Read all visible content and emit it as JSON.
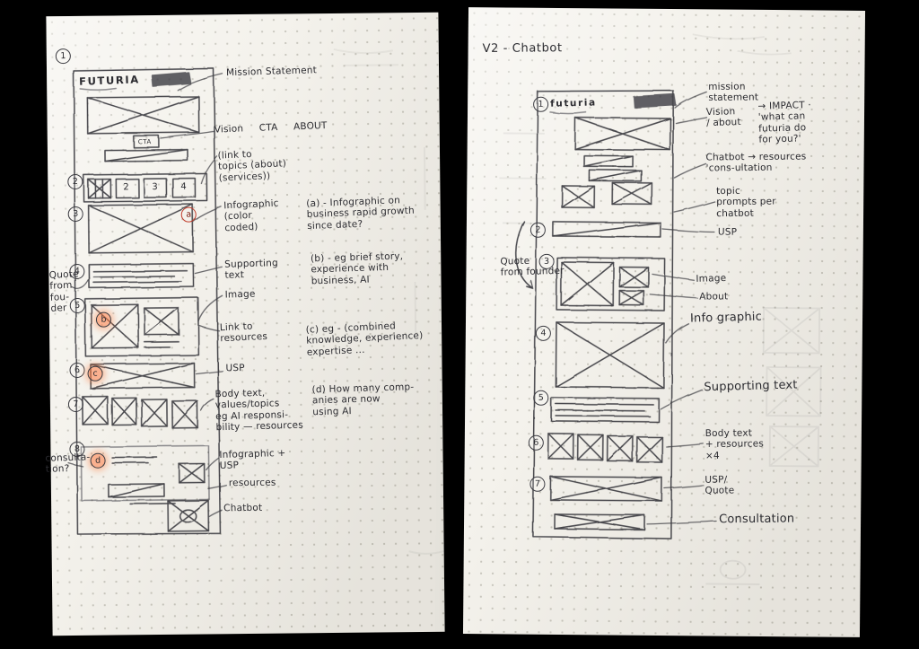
{
  "colors": {
    "paper": "#f4f2ec",
    "ink": "#34343a",
    "red": "#c03a28",
    "highlight": "#ff7a42",
    "background": "#000000"
  },
  "left_page": {
    "corner_mark": "1",
    "wireframe": {
      "brand": "FUTURIA",
      "cta_label": "CTA",
      "nav_numbers": [
        "2",
        "3",
        "4"
      ],
      "section_markers": [
        "2",
        "3",
        "4",
        "5",
        "6",
        "7",
        "8"
      ],
      "red_marks": [
        "a",
        "b",
        "c",
        "d"
      ]
    },
    "margin_quote": "Quote\nfrom\nfou-\nder",
    "margin_consultation": "consulta-\ntion?",
    "callouts": [
      "Mission Statement",
      "Vision CTA ABOUT",
      "(link to\ntopics (about)\n(services))",
      "Infographic\n(color\ncoded)",
      "Supporting\ntext",
      "Image",
      "Link to\nresources",
      "USP",
      "Body text,\nvalues/topics\neg AI responsi-\nbility — resources",
      "Infographic +\nUSP",
      "resources",
      "Chatbot"
    ],
    "notes": [
      "(a) - Infographic on\nbusiness rapid growth\nsince date?",
      "(b) - eg brief story,\nexperience with\nbusiness, AI",
      "(c) eg - (combined\nknowledge, experience)\nexpertise ...",
      "(d) How many comp-\nanies are now\nusing AI"
    ]
  },
  "right_page": {
    "title": "V2 - Chatbot",
    "wireframe": {
      "brand": "futuria",
      "section_markers": [
        "1",
        "2",
        "3",
        "4",
        "5",
        "6",
        "7"
      ]
    },
    "margin_quote": "Quote\nfrom founder",
    "callouts": [
      "mission\nstatement",
      "Vision\n/ about",
      "→ IMPACT ·\n'what can\nfuturia do\nfor you?'",
      "Chatbot → resources\n'cons-ultation",
      "topic\nprompts per\nchatbot",
      "USP",
      "Image",
      "About",
      "Info graphic",
      "Supporting text",
      "Body text\n+ resources\n×4",
      "USP/\nQuote",
      "Consultation"
    ]
  }
}
